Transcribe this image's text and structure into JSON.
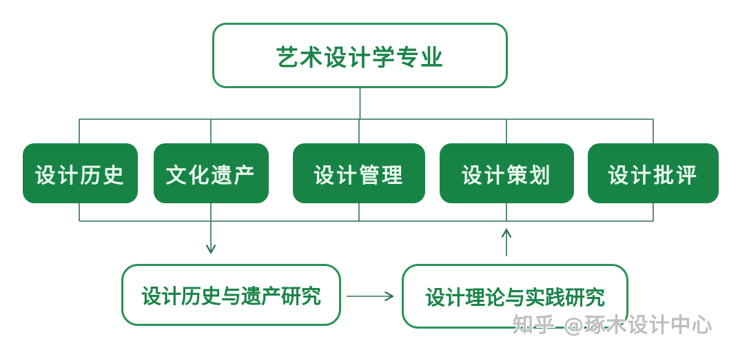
{
  "diagram": {
    "root": {
      "label": "艺术设计学专业"
    },
    "branches": [
      {
        "label": "设计历史"
      },
      {
        "label": "文化遗产"
      },
      {
        "label": "设计管理"
      },
      {
        "label": "设计策划"
      },
      {
        "label": "设计批评"
      }
    ],
    "outcomes": [
      {
        "label": "设计历史与遗产研究"
      },
      {
        "label": "设计理论与实践研究"
      }
    ],
    "flow_notes": {
      "down_arrow_from": "文化遗产",
      "down_arrow_to": "设计历史与遗产研究",
      "up_arrow_from": "设计理论与实践研究",
      "up_arrow_to": "设计策划",
      "horizontal_arrow_from": "设计历史与遗产研究",
      "horizontal_arrow_to": "设计理论与实践研究"
    }
  },
  "watermark": {
    "text": "知乎 @琢木设计中心"
  },
  "colors": {
    "background": "#ffffff",
    "green_fill": "#178445",
    "green_border": "#2a9257",
    "green_text": "#1a8447",
    "branch_text": "#e9f9ef",
    "connector_line": "#2f6e52",
    "watermark_gray": "#bfbfbf"
  }
}
